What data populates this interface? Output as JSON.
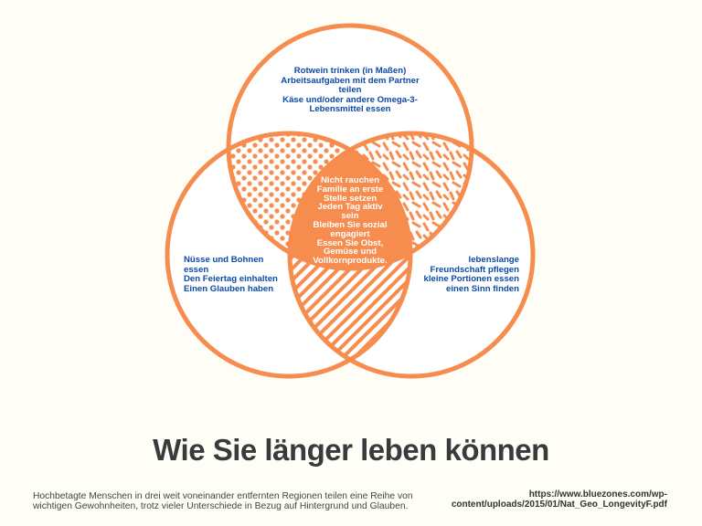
{
  "colors": {
    "accent": "#f68d4e",
    "text_blue": "#0b4aa8",
    "background": "#fefdf6"
  },
  "venn": {
    "top": [
      "Rotwein trinken (in Maßen)",
      "Arbeitsaufgaben mit dem Partner",
      "teilen",
      "Käse und/oder andere Omega-3-",
      "Lebensmittel essen"
    ],
    "left": [
      "Nüsse und Bohnen",
      "essen",
      "Den Feiertag einhalten",
      "Einen Glauben haben"
    ],
    "right": [
      "lebenslange",
      "Freundschaft pflegen",
      "kleine Portionen essen",
      "einen Sinn finden"
    ],
    "center": [
      "Nicht rauchen",
      "Familie an erste",
      "Stelle setzen",
      "Jeden Tag aktiv",
      "sein",
      "Bleiben Sie sozial",
      "engagiert",
      "Essen Sie Obst,",
      "Gemüse und",
      "Vollkornprodukte."
    ]
  },
  "title": "Wie Sie länger leben können",
  "description": [
    "Hochbetagte Menschen in drei weit voneinander entfernten Regionen teilen eine Reihe von",
    "wichtigen Gewohnheiten, trotz vieler Unterschiede in Bezug auf Hintergrund und Glauben."
  ],
  "source": [
    "https://www.bluezones.com/wp-",
    "content/uploads/2015/01/Nat_Geo_LongevityF.pdf"
  ]
}
